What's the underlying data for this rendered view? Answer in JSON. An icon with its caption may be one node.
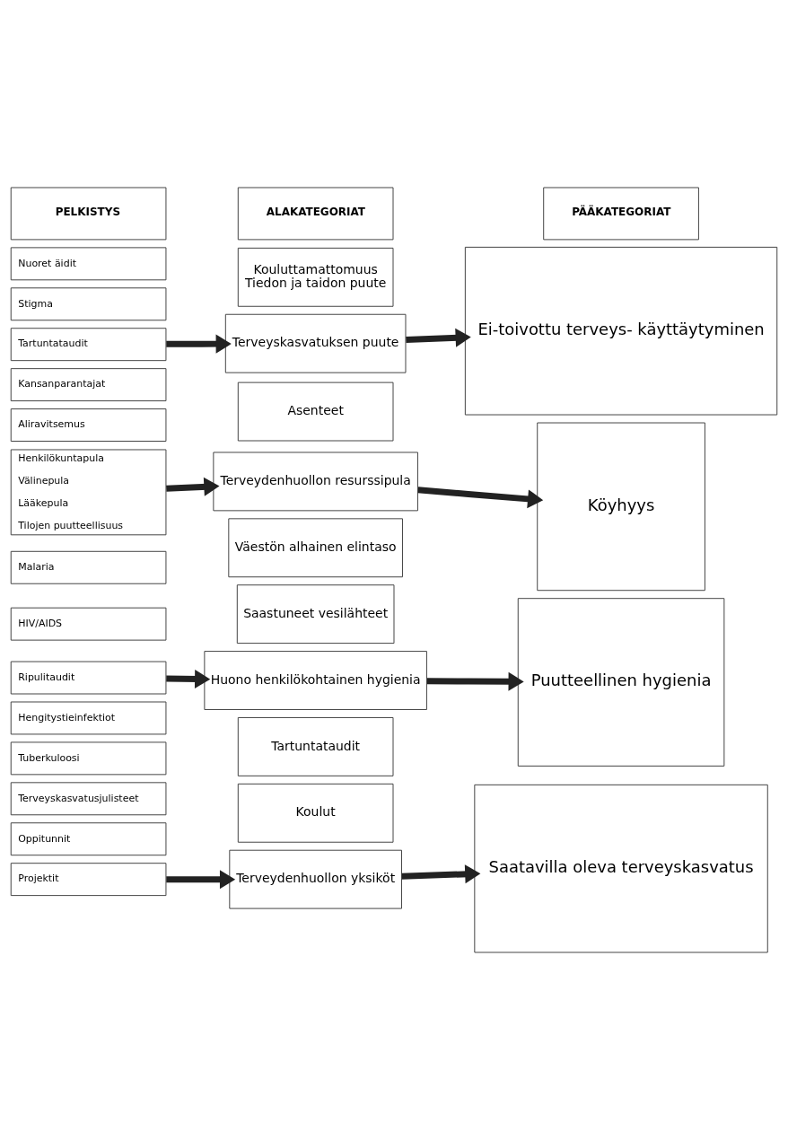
{
  "diagram": {
    "nodes": [
      {
        "text": [
          "PELKISTYS"
        ]
      },
      {
        "text": [
          "ALAKATEGORIAT"
        ]
      },
      {
        "text": [
          "PÄÄKATEGORIAT"
        ]
      },
      {
        "text": [
          "Nuoret äidit"
        ]
      },
      {
        "text": [
          "Stigma"
        ]
      },
      {
        "text": [
          "Tartuntataudit"
        ]
      },
      {
        "text": [
          "Kansanparantajat"
        ]
      },
      {
        "text": [
          "Aliravitsemus"
        ]
      },
      {
        "text": [
          "Kouluttamattomuus",
          "Tiedon ja taidon puute"
        ]
      },
      {
        "text": [
          "Terveyskasvatuksen puute"
        ]
      },
      {
        "text": [
          "Asenteet"
        ]
      },
      {
        "text": [
          "Ei-toivottu terveys- käyttäytyminen"
        ]
      },
      {
        "text": [
          "Henkilökuntapula",
          "Välinepula",
          "Lääkepula",
          "Tilojen puutteellisuus"
        ]
      },
      {
        "text": [
          "Terveydenhuollon resurssipula"
        ]
      },
      {
        "text": [
          "Väestön alhainen elintaso"
        ]
      },
      {
        "text": [
          "Köyhyys"
        ]
      },
      {
        "text": [
          "Malaria"
        ]
      },
      {
        "text": [
          "HIV/AIDS"
        ]
      },
      {
        "text": [
          "Ripulitaudit"
        ]
      },
      {
        "text": [
          "Hengitystieinfektiot"
        ]
      },
      {
        "text": [
          "Tuberkuloosi"
        ]
      },
      {
        "text": [
          "Saastuneet vesilähteet"
        ]
      },
      {
        "text": [
          "Huono henkilökohtainen hygienia"
        ]
      },
      {
        "text": [
          "Tartuntataudit"
        ]
      },
      {
        "text": [
          "Puutteellinen hygienia"
        ]
      },
      {
        "text": [
          "Terveyskasvatusjulisteet"
        ]
      },
      {
        "text": [
          "Oppitunnit"
        ]
      },
      {
        "text": [
          "Projektit"
        ]
      },
      {
        "text": [
          "Koulut"
        ]
      },
      {
        "text": [
          "Terveydenhuollon yksiköt"
        ]
      },
      {
        "text": [
          "Saatavilla oleva terveyskasvatus"
        ]
      }
    ],
    "edges": [
      {
        "from": 5,
        "to": 9,
        "arrow": "to"
      },
      {
        "from": 9,
        "to": 11,
        "arrow": "to"
      },
      {
        "from": 12,
        "to": 13,
        "arrow": "to"
      },
      {
        "from": 13,
        "to": 15,
        "arrow": "to"
      },
      {
        "from": 18,
        "to": 22,
        "arrow": "to"
      },
      {
        "from": 22,
        "to": 24,
        "arrow": "to"
      },
      {
        "from": 27,
        "to": 29,
        "arrow": "to"
      },
      {
        "from": 29,
        "to": 30,
        "arrow": "to"
      }
    ]
  }
}
